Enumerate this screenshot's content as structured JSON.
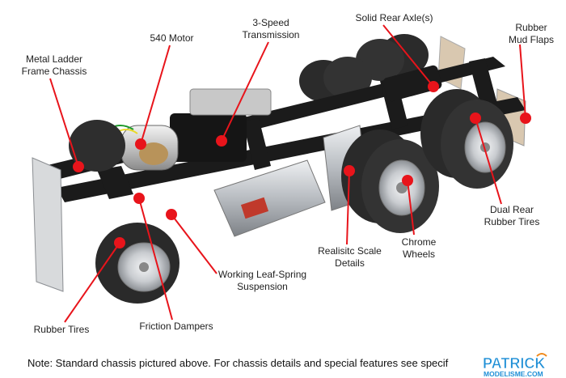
{
  "callouts": [
    {
      "id": "metal-ladder-frame-chassis",
      "text": "Metal Ladder\nFrame Chassis"
    },
    {
      "id": "motor-540",
      "text": "540 Motor"
    },
    {
      "id": "three-speed-transmission",
      "text": "3-Speed\nTransmission"
    },
    {
      "id": "solid-rear-axles",
      "text": "Solid Rear Axle(s)"
    },
    {
      "id": "rubber-mud-flaps",
      "text": "Rubber\nMud Flaps"
    },
    {
      "id": "dual-rear-rubber-tires",
      "text": "Dual Rear\nRubber Tires"
    },
    {
      "id": "chrome-wheels",
      "text": "Chrome\nWheels"
    },
    {
      "id": "realistic-scale-details",
      "text": "Realisitc Scale\nDetails"
    },
    {
      "id": "working-leaf-spring-suspension",
      "text": "Working Leaf-Spring\nSuspension"
    },
    {
      "id": "friction-dampers",
      "text": "Friction Dampers"
    },
    {
      "id": "rubber-tires",
      "text": "Rubber Tires"
    }
  ],
  "note": "Note: Standard chassis pictured above. For chassis details and special features see specif",
  "logo": {
    "line1": "PATRICK",
    "line2": "MODELISME.COM"
  },
  "colors": {
    "callout": "#e8141b",
    "text": "#222222",
    "frame": "#1b1b1b",
    "tire": "#2a2a2a",
    "chrome": "#c9ccd0",
    "logo_blue": "#1f8fd6",
    "logo_orange": "#f08a1c"
  }
}
